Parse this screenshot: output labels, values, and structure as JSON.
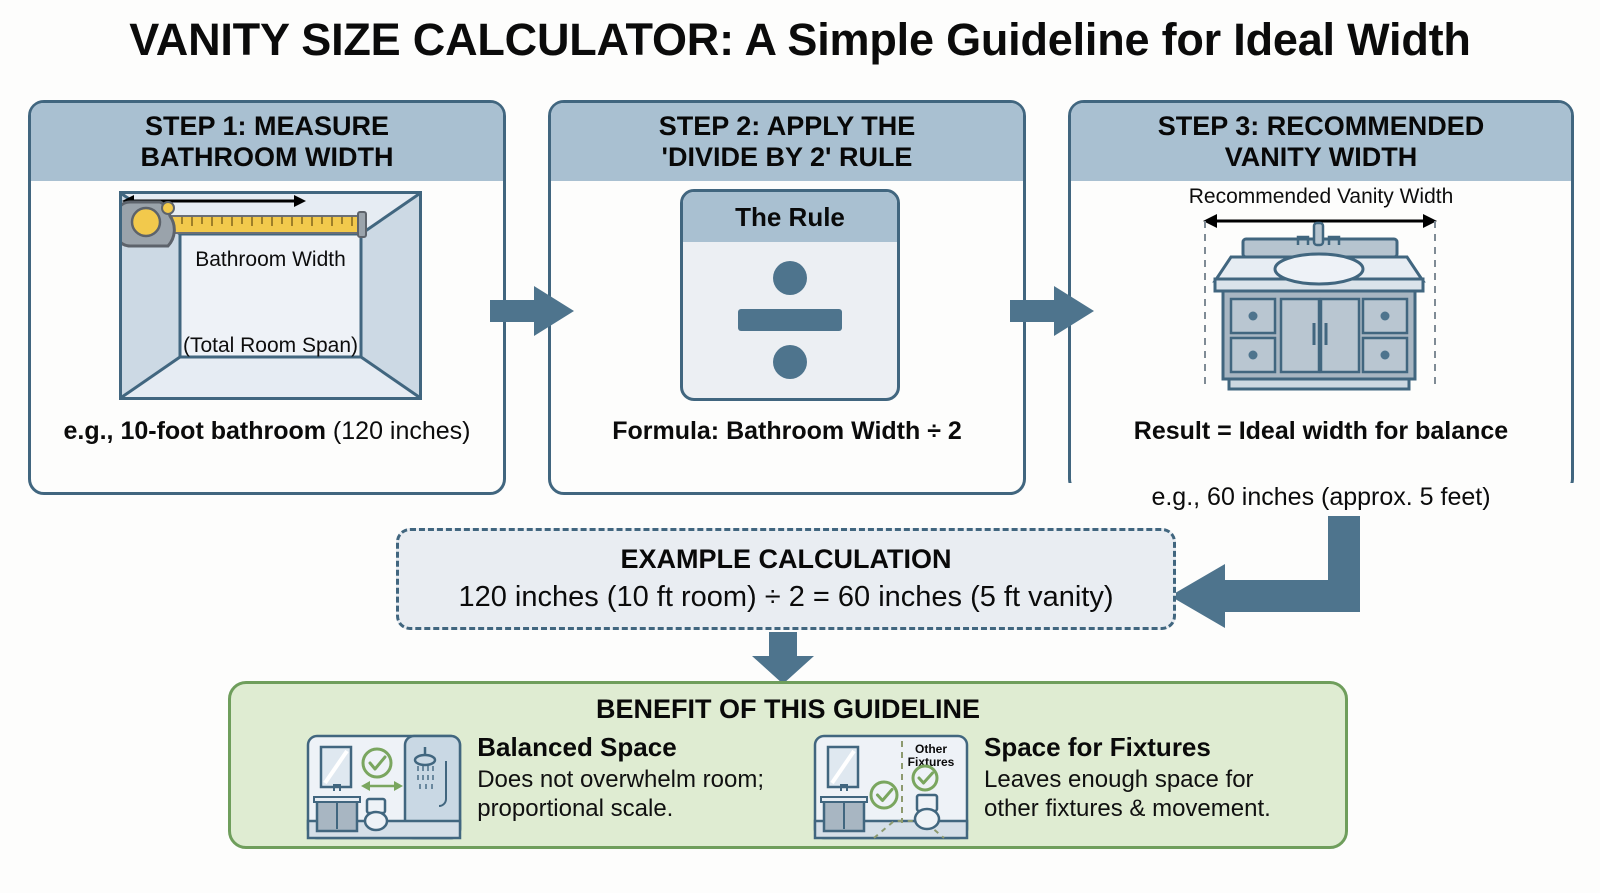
{
  "title": "VANITY SIZE CALCULATOR: A Simple Guideline for Ideal Width",
  "steps": [
    {
      "header": "STEP 1: MEASURE BATHROOM WIDTH",
      "header_line1": "STEP 1: MEASURE",
      "header_line2": "BATHROOM WIDTH",
      "diagram_label_top": "Bathroom Width",
      "diagram_label_bottom": "(Total Room Span)",
      "caption_bold": "e.g., 10-foot bathroom",
      "caption_regular": " (120 inches)"
    },
    {
      "header": "STEP 2: APPLY THE 'DIVIDE BY 2' RULE",
      "header_line1": "STEP 2: APPLY THE",
      "header_line2": "'DIVIDE BY 2' RULE",
      "rule_card_title": "The Rule",
      "rule_symbol": "÷",
      "caption_bold": "Formula: Bathroom Width ÷ 2",
      "caption_regular": ""
    },
    {
      "header": "STEP 3: RECOMMENDED VANITY WIDTH",
      "header_line1": "STEP 3: RECOMMENDED",
      "header_line2": "VANITY WIDTH",
      "diagram_label_top": "Recommended Vanity Width",
      "caption_bold": "Result = Ideal width for balance",
      "caption_regular": "e.g., 60 inches (approx. 5 feet)"
    }
  ],
  "example": {
    "title": "EXAMPLE CALCULATION",
    "equation": "120 inches (10 ft room) ÷ 2 = 60 inches (5 ft vanity)"
  },
  "benefit": {
    "title": "BENEFIT OF THIS GUIDELINE",
    "items": [
      {
        "title": "Balanced Space",
        "desc_line1": "Does not overwhelm room;",
        "desc_line2": "proportional scale."
      },
      {
        "title": "Space for Fixtures",
        "desc_line1": "Leaves enough space for",
        "desc_line2": "other fixtures & movement.",
        "icon_label_line1": "Other",
        "icon_label_line2": "Fixtures"
      }
    ]
  },
  "colors": {
    "accent_blue": "#41667f",
    "header_blue": "#a9c0d1",
    "arrow_blue": "#4e748d",
    "benefit_green_border": "#6f9e5c",
    "benefit_green_fill": "#dfecd2",
    "tape_yellow": "#f2c94c",
    "panel_light": "#eef2f7"
  }
}
